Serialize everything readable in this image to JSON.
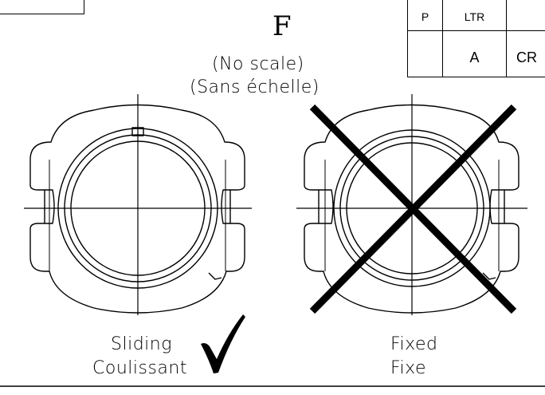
{
  "sheet": {
    "view_letter": "F",
    "scale_note_en": "(No scale)",
    "scale_note_fr": "(Sans échelle)"
  },
  "revision_table": {
    "header": [
      "P",
      "LTR",
      ""
    ],
    "row": [
      "",
      "A",
      "CR"
    ]
  },
  "options": [
    {
      "label_en": "Sliding",
      "label_fr": "Coulissant",
      "status": "accepted",
      "mark": "check-mark"
    },
    {
      "label_en": "Fixed",
      "label_fr": "Fixe",
      "status": "rejected",
      "mark": "cross-out-x"
    }
  ],
  "colors": {
    "line": "#000000",
    "background": "#ffffff"
  }
}
